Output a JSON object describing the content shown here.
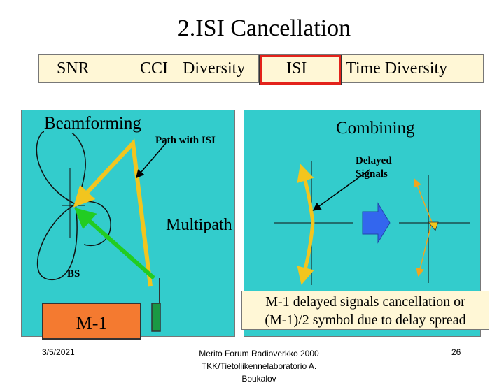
{
  "title": "2.ISI Cancellation",
  "tabs": [
    {
      "label": "SNR"
    },
    {
      "label": "CCI"
    },
    {
      "label": "Diversity"
    },
    {
      "label": "ISI"
    },
    {
      "label": "Time Diversity"
    }
  ],
  "active_tab": "ISI",
  "left_panel": {
    "heading": "Beamforming",
    "path_label": "Path with ISI",
    "multipath_label": "Multipath",
    "bs_label": "BS",
    "box_label": "M-1"
  },
  "right_panel": {
    "heading": "Combining",
    "delayed_line1": "Delayed",
    "delayed_line2": "Signals"
  },
  "caption": {
    "line1": "M-1 delayed signals cancellation or",
    "line2": "(M-1)/2 symbol due to delay spread"
  },
  "footer": {
    "date": "3/5/2021",
    "center_line1": "Merito Forum Radioverkko 2000",
    "center_line2": "TKK/Tietoliikennelaboratorio   A.",
    "center_line3": "Boukalov",
    "page": "26"
  },
  "colors": {
    "panel": "#33cccc",
    "tabbar": "#fff7d6",
    "active_tab_border": "#e3221b",
    "path_yellow": "#f2c51e",
    "path_green": "#22cc22",
    "arrow_blue": "#3366ee",
    "box_orange": "#f47a30"
  }
}
